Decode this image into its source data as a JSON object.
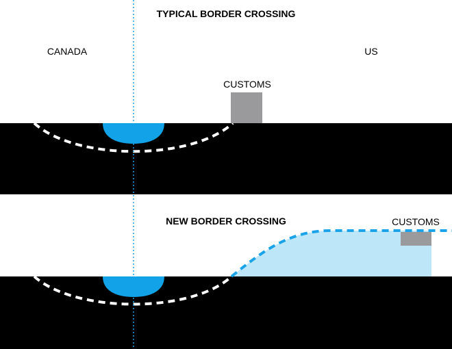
{
  "top_panel": {
    "title": "TYPICAL BORDER CROSSING",
    "left_label": "CANADA",
    "right_label": "US",
    "customs_label": "CUSTOMS"
  },
  "bottom_panel": {
    "title": "NEW BORDER CROSSING",
    "customs_label": "CUSTOMS"
  },
  "colors": {
    "ground": "#000000",
    "water": "#12a2e8",
    "light_blue_area": "#bde6f8",
    "customs_box": "#9a9a9c",
    "border_line": "#1aa3e8",
    "route_dash_top": "#ffffff",
    "route_dash_new": "#1aa3e8"
  }
}
